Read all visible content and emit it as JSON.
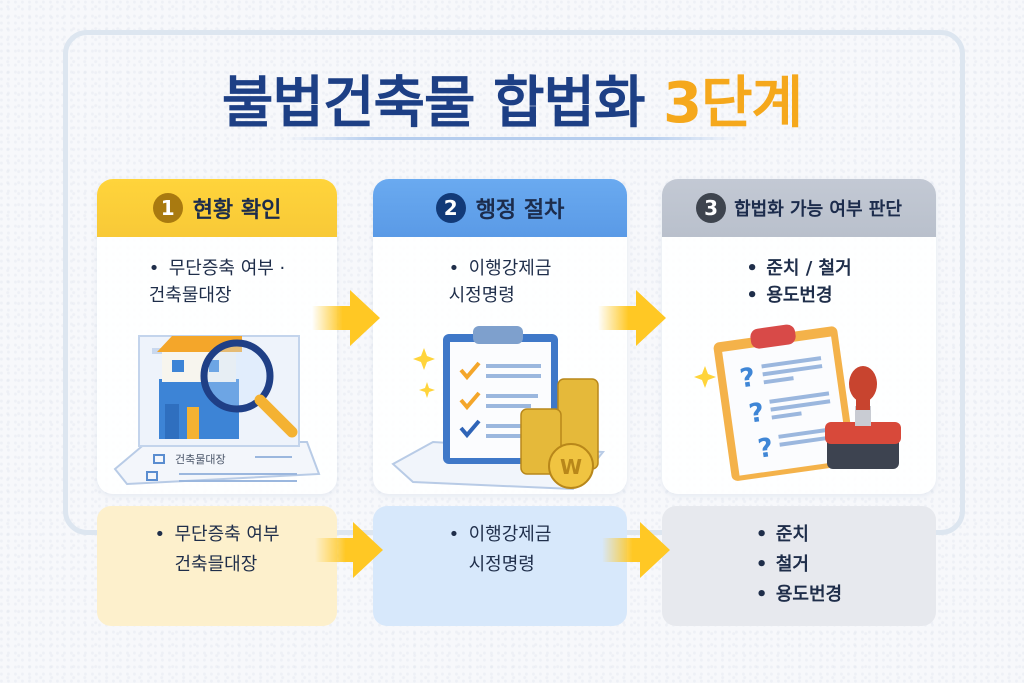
{
  "title": {
    "main": "불법건축물 합법화 ",
    "accent": "3단계"
  },
  "colors": {
    "title_blue": "#1d3f85",
    "title_accent": "#f5a81c",
    "step1": "#ffd43b",
    "step2": "#5a9ae6",
    "step3": "#b9c0cc",
    "arrow": "#ffc824"
  },
  "steps": [
    {
      "number": "1",
      "title": "현황 확인",
      "items": [
        "무단증축 여부 ·",
        "건축물대장"
      ],
      "illustration": "building-with-magnifier",
      "illustration_label": "건축물대장"
    },
    {
      "number": "2",
      "title": "행정 절차",
      "items": [
        "이행강제금",
        "시정명령"
      ],
      "illustration": "checklist-clipboard-with-coins",
      "coin_symbol": "W"
    },
    {
      "number": "3",
      "title": "합법화 가능 여부 판단",
      "items": [
        "준치 / 철거",
        "용도번경"
      ],
      "illustration": "question-clipboard-with-stamp"
    }
  ],
  "summary": [
    {
      "items": [
        "무단증축 여부",
        "건축믈대장"
      ]
    },
    {
      "items": [
        "이행강제금",
        "시정명령"
      ]
    },
    {
      "items": [
        "준치",
        "철거",
        "용도번경"
      ]
    }
  ]
}
